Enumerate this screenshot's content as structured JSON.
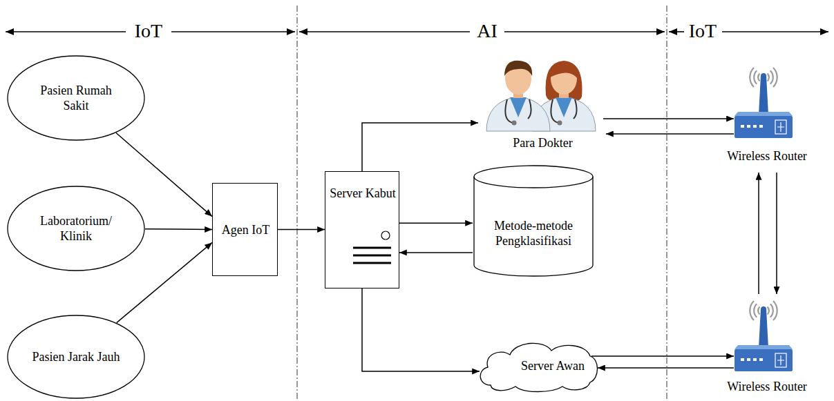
{
  "diagram": {
    "nodes": [
      {
        "text": [
          "Pasien Rumah Sakit"
        ]
      },
      {
        "text": [
          "Laboratorium/ Klinik"
        ]
      },
      {
        "text": [
          "Pasien Jarak Jauh"
        ]
      },
      {
        "text": [
          "Agen IoT"
        ]
      },
      {
        "text": [
          "Server Kabut"
        ]
      },
      {
        "text": [
          "Para Dokter"
        ]
      },
      {
        "text": [
          "Metode-metode Pengklasifikasi"
        ]
      },
      {
        "text": [
          "Server Awan"
        ]
      },
      {
        "text": [
          "Wireless Router"
        ]
      },
      {
        "text": [
          "Wireless Router"
        ]
      }
    ],
    "edges": [
      {
        "from": 0,
        "to": 3,
        "arrow": "to"
      },
      {
        "from": 1,
        "to": 3,
        "arrow": "to"
      },
      {
        "from": 2,
        "to": 3,
        "arrow": "to"
      },
      {
        "from": 3,
        "to": 4,
        "arrow": "to"
      },
      {
        "from": 4,
        "to": 5,
        "arrow": "to"
      },
      {
        "from": 4,
        "to": 6,
        "arrow": "to"
      },
      {
        "from": 6,
        "to": 4,
        "arrow": "to"
      },
      {
        "from": 4,
        "to": 7,
        "arrow": "to"
      },
      {
        "from": 5,
        "to": 8,
        "arrow": "to"
      },
      {
        "from": 8,
        "to": 5,
        "arrow": "to"
      },
      {
        "from": 7,
        "to": 9,
        "arrow": "to"
      },
      {
        "from": 9,
        "to": 7,
        "arrow": "to"
      },
      {
        "from": 8,
        "to": 9,
        "arrow": "to"
      },
      {
        "from": 9,
        "to": 8,
        "arrow": "to"
      }
    ],
    "labels": [
      "IoT",
      "AI",
      "IoT"
    ]
  }
}
